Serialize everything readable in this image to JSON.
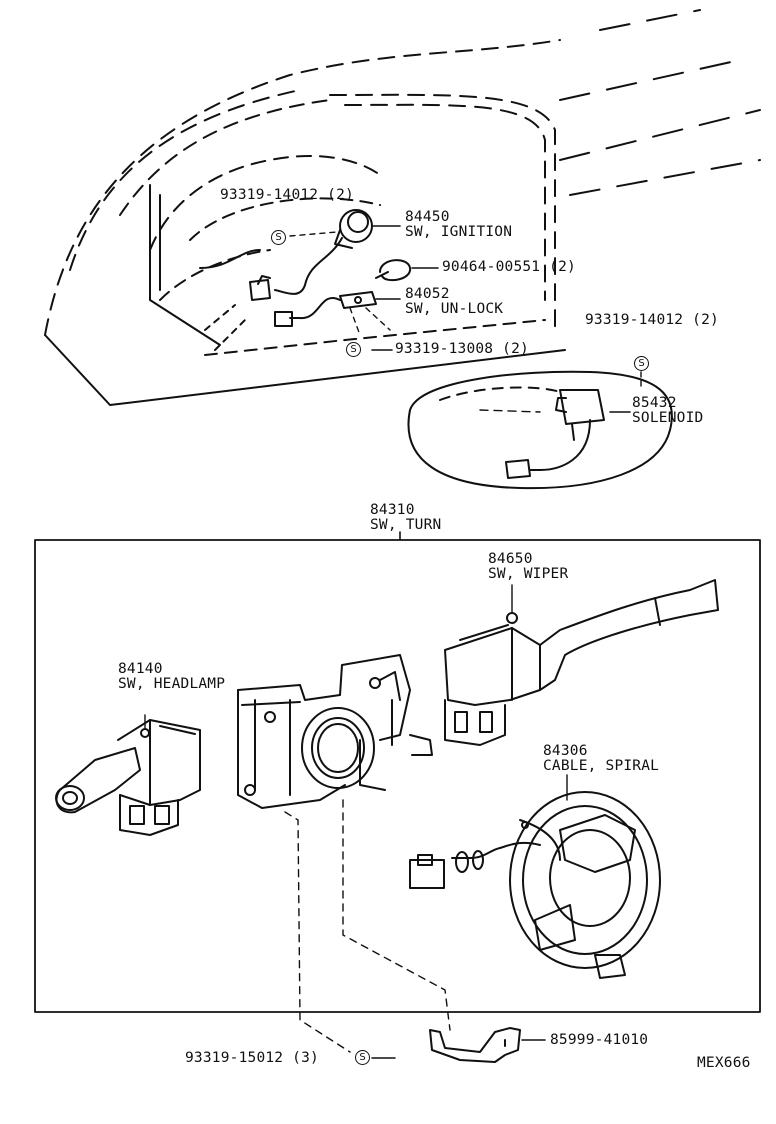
{
  "diagram": {
    "code": "MEX666",
    "fastener_symbol": "S",
    "parts": {
      "screw_ignition": {
        "number": "93319-14012",
        "qty": "(2)"
      },
      "sw_ignition": {
        "number": "84450",
        "name": "SW, IGNITION"
      },
      "clamp": {
        "number": "90464-00551",
        "qty": "(2)"
      },
      "sw_unlock": {
        "number": "84052",
        "name": "SW, UN-LOCK"
      },
      "screw_unlock": {
        "number": "93319-13008",
        "qty": "(2)"
      },
      "screw_solenoid": {
        "number": "93319-14012",
        "qty": "(2)"
      },
      "solenoid": {
        "number": "85432",
        "name": "SOLENOID"
      },
      "sw_turn": {
        "number": "84310",
        "name": "SW, TURN"
      },
      "sw_wiper": {
        "number": "84650",
        "name": "SW, WIPER"
      },
      "sw_headlamp": {
        "number": "84140",
        "name": "SW, HEADLAMP"
      },
      "cable_spiral": {
        "number": "84306",
        "name": "CABLE, SPIRAL"
      },
      "screw_turn": {
        "number": "93319-15012",
        "qty": "(3)"
      },
      "bracket": {
        "number": "85999-41010"
      }
    }
  }
}
